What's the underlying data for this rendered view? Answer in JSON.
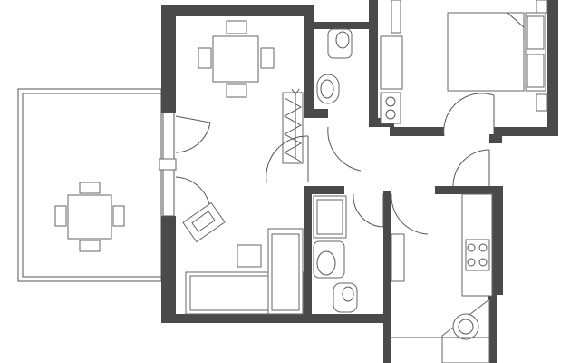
{
  "plan": {
    "wall_color": "#4a4a4a",
    "line_color": "#555555",
    "background": "#ffffff",
    "rooms": [
      "balcony",
      "living-room",
      "wc",
      "bathroom",
      "bedroom",
      "kitchen",
      "hallway",
      "staircase"
    ],
    "fixtures": [
      "dining-table",
      "balcony-table",
      "double-bed",
      "toilet",
      "sink",
      "shower",
      "stove",
      "kitchen-sink",
      "sofa",
      "tv-unit",
      "armchair",
      "coffee-table"
    ]
  }
}
